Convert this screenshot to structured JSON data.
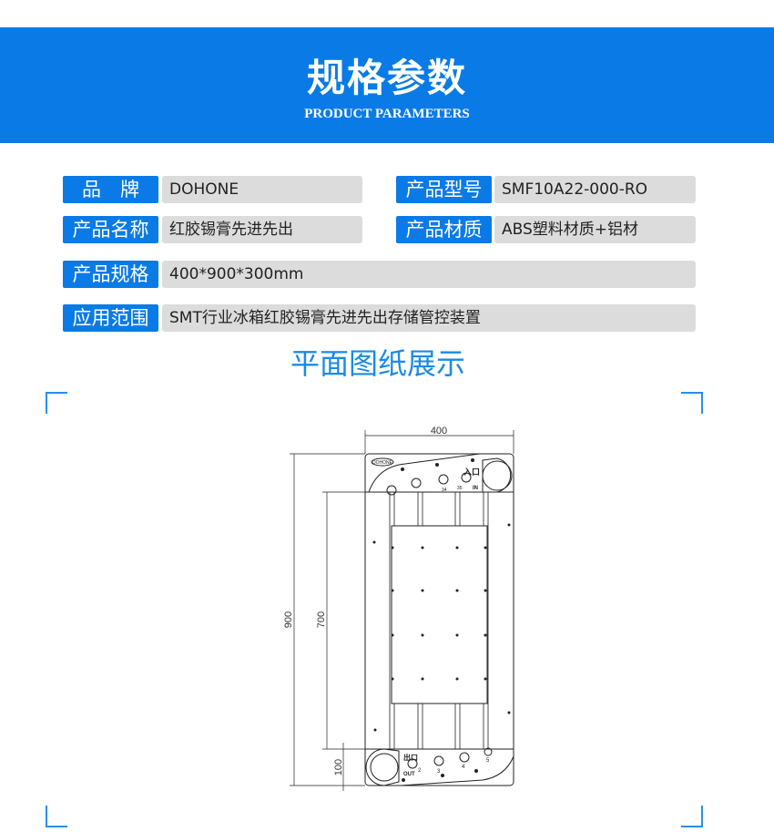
{
  "header": {
    "title": "规格参数",
    "subtitle": "PRODUCT PARAMETERS",
    "color": "#0a7be6"
  },
  "specs": [
    {
      "label": "品　牌",
      "value": "DOHONE"
    },
    {
      "label": "产品型号",
      "value": "SMF10A22-000-RO"
    },
    {
      "label": "产品名称",
      "value": "红胶锡膏先进先出"
    },
    {
      "label": "产品材质",
      "value": "ABS塑料材质+铝材"
    },
    {
      "label": "产品规格",
      "value": "400*900*300mm"
    },
    {
      "label": "应用范围",
      "value": "SMT行业冰箱红胶锡膏先进先出存储管控装置"
    }
  ],
  "section_title": "平面图纸展示",
  "drawing": {
    "dim_width": "400",
    "dim_height": "900",
    "dim_inner": "700",
    "dim_cap": "100",
    "logo": "DOHONE",
    "in_cn": "入口",
    "in_en": "IN",
    "out_cn": "出口",
    "out_en": "OUT",
    "top_numbers": [
      "34",
      "35"
    ],
    "bottom_numbers": [
      "2",
      "3",
      "4",
      "5"
    ]
  }
}
